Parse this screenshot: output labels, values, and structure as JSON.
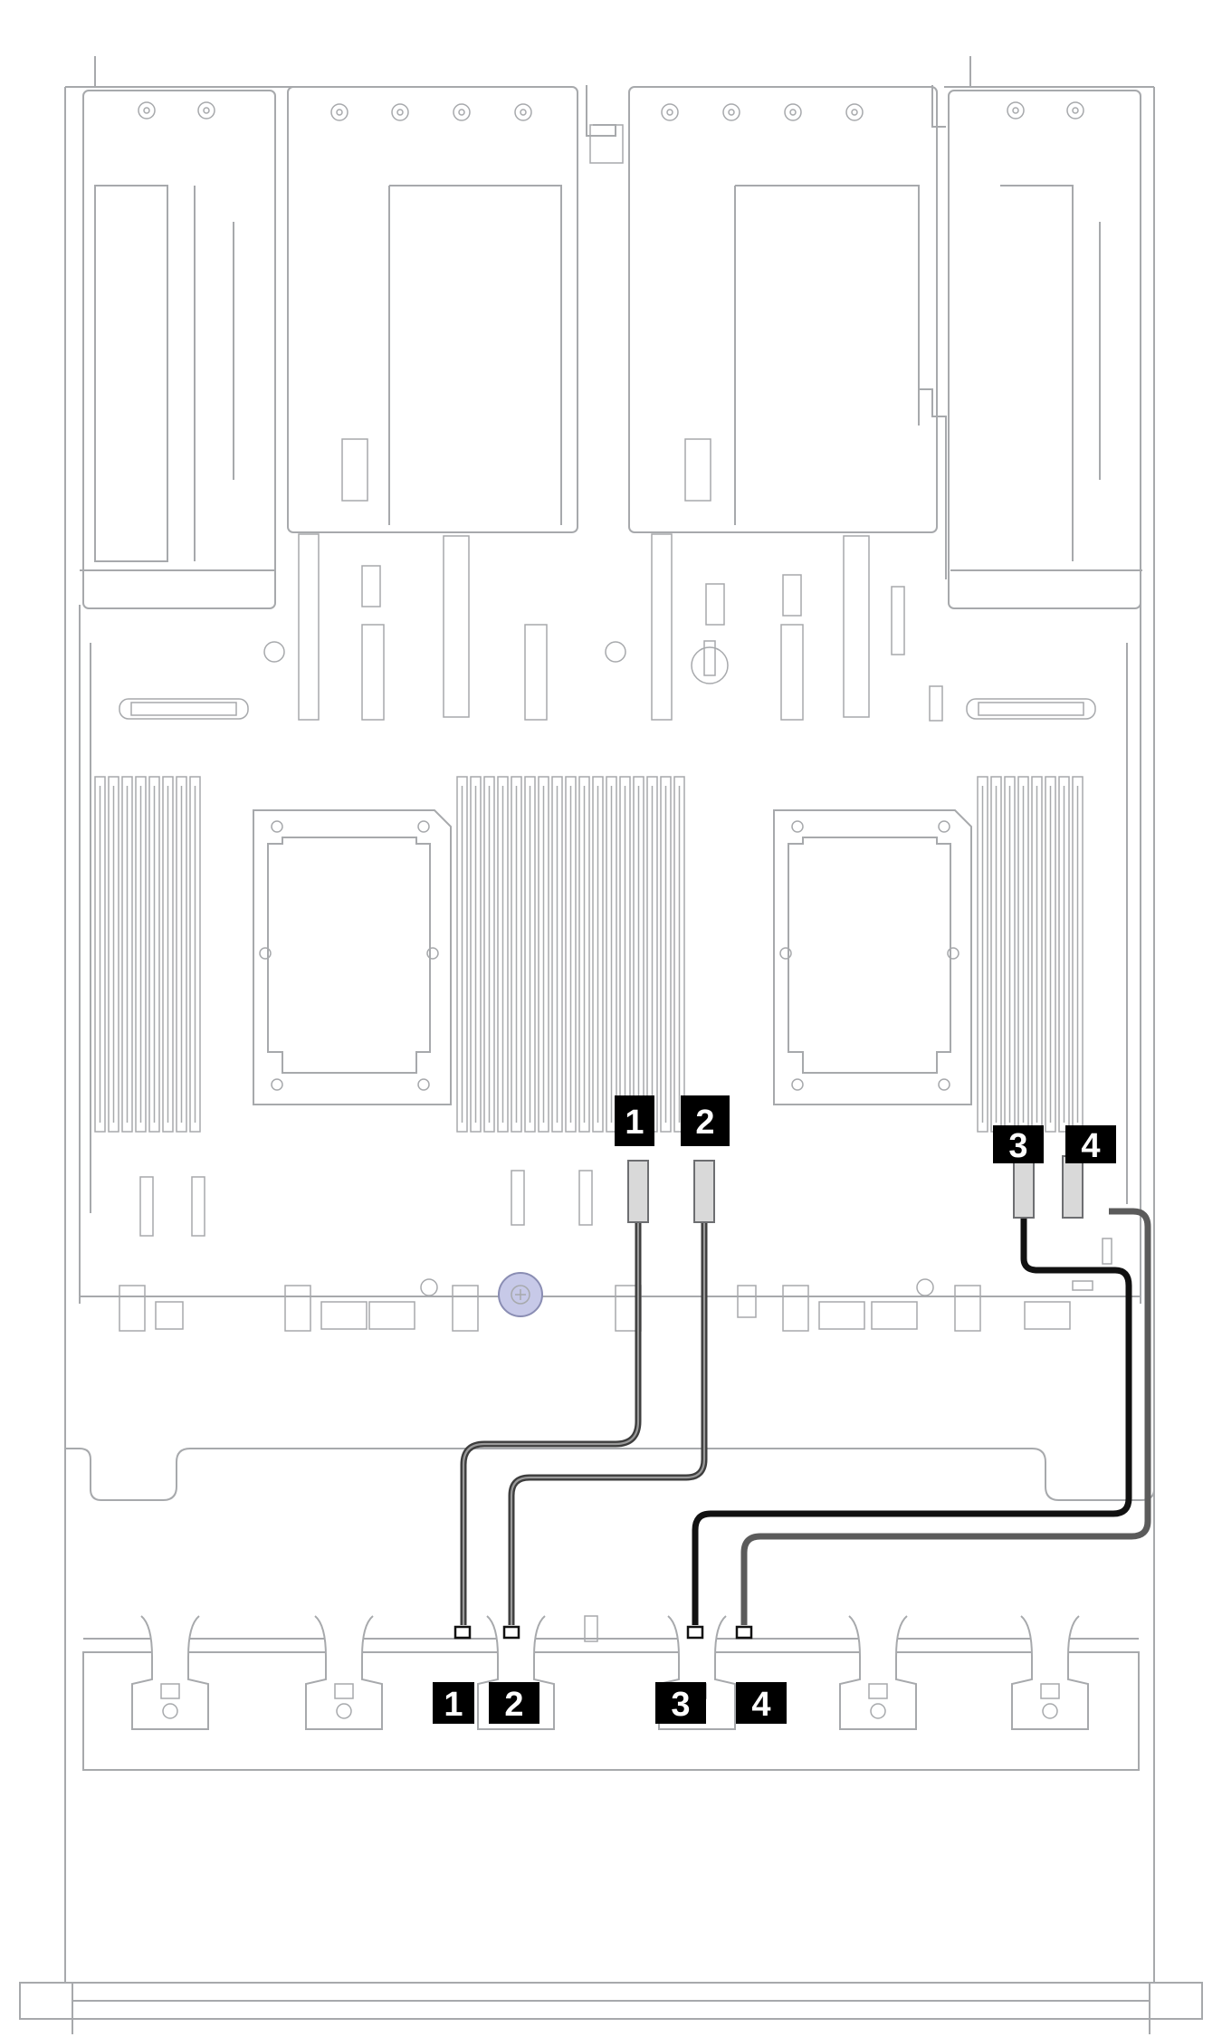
{
  "callouts": [
    {
      "id": "1",
      "label": "1"
    },
    {
      "id": "2",
      "label": "2"
    },
    {
      "id": "3",
      "label": "3"
    },
    {
      "id": "4",
      "label": "4"
    }
  ],
  "colors": {
    "outline": "#a7a9ac",
    "cable_dark": "#111111",
    "cable_gray": "#5b5b5b",
    "callout_fill": "#000000",
    "callout_text": "#ffffff",
    "screw_accent": "#c7c9e8"
  }
}
